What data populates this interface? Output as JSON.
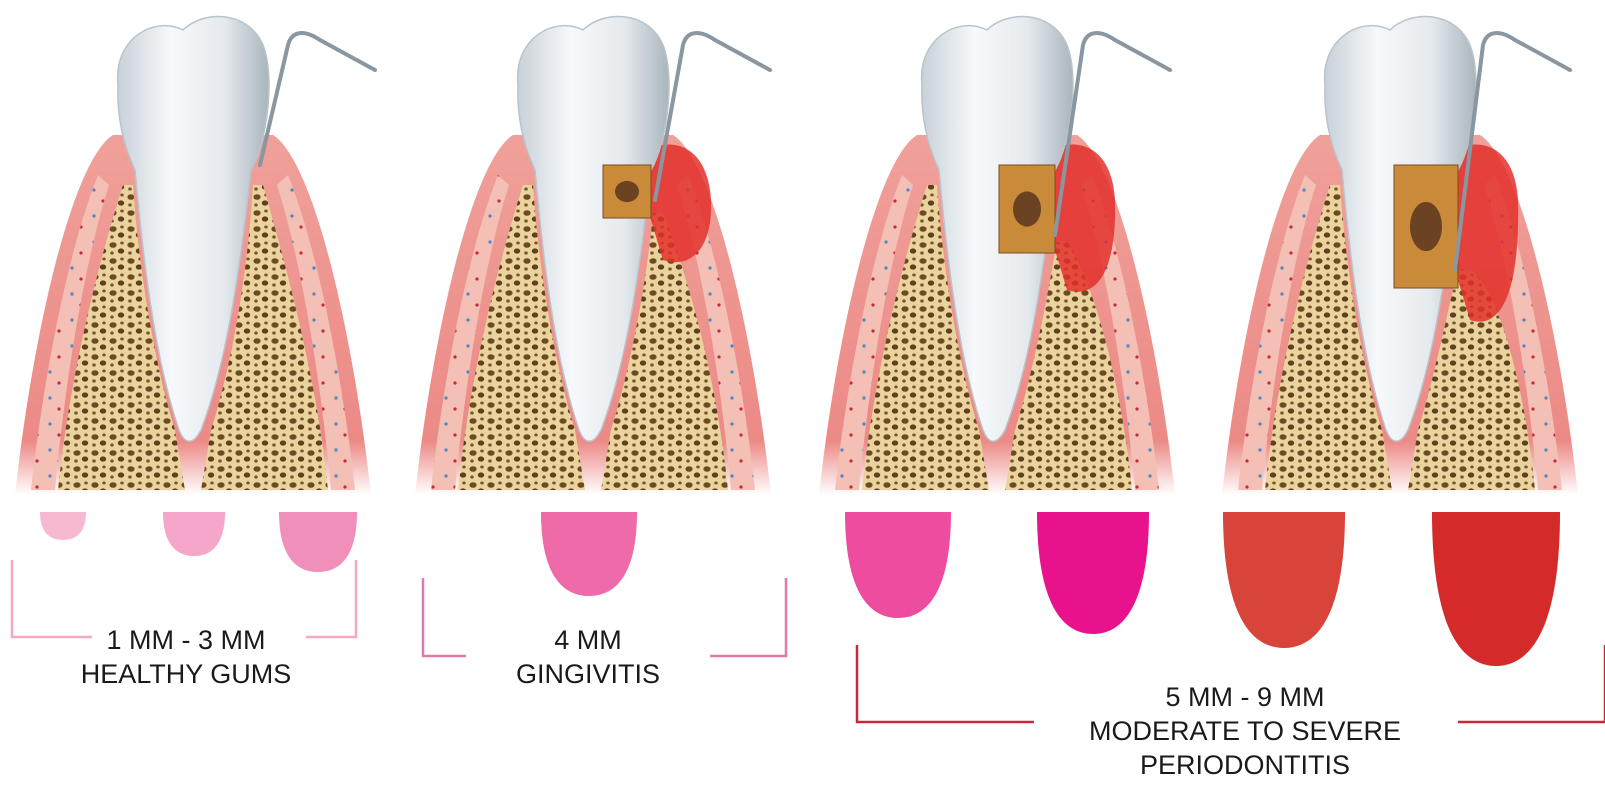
{
  "stages": [
    {
      "id": "healthy",
      "depth_text": "1 MM - 3 MM",
      "name_text": "HEALTHY GUMS",
      "bracket_color": "#f4a9c6",
      "pocket_colors": [
        "#f7b8d2",
        "#f6a6c8",
        "#f18fbb"
      ],
      "severity": "none"
    },
    {
      "id": "gingivitis",
      "depth_text": "4 MM",
      "name_text": "GINGIVITIS",
      "bracket_color": "#e07aa8",
      "pocket_colors": [
        "#ee6aa8"
      ],
      "severity": "mild"
    },
    {
      "id": "periodontitis",
      "depth_text": "5 MM - 9 MM",
      "name_text": "MODERATE TO SEVERE",
      "name_text_2": "PERIODONTITIS",
      "bracket_color": "#c8283a",
      "pocket_colors": [
        "#ee4c9e",
        "#e8138c",
        "#d8433a",
        "#d42a2a"
      ],
      "severity": "moderate-severe"
    }
  ],
  "colors": {
    "gum": "#e86a6c",
    "gum_light": "#f3b3a8",
    "inflamed": "#e3302c",
    "bone": "#e9d29a",
    "bone_holes": "#6b4a25",
    "tooth": "#e9eef2",
    "tooth_shadow": "#b9c4cc",
    "tartar": "#c98a3a",
    "probe": "#8a96a0"
  }
}
